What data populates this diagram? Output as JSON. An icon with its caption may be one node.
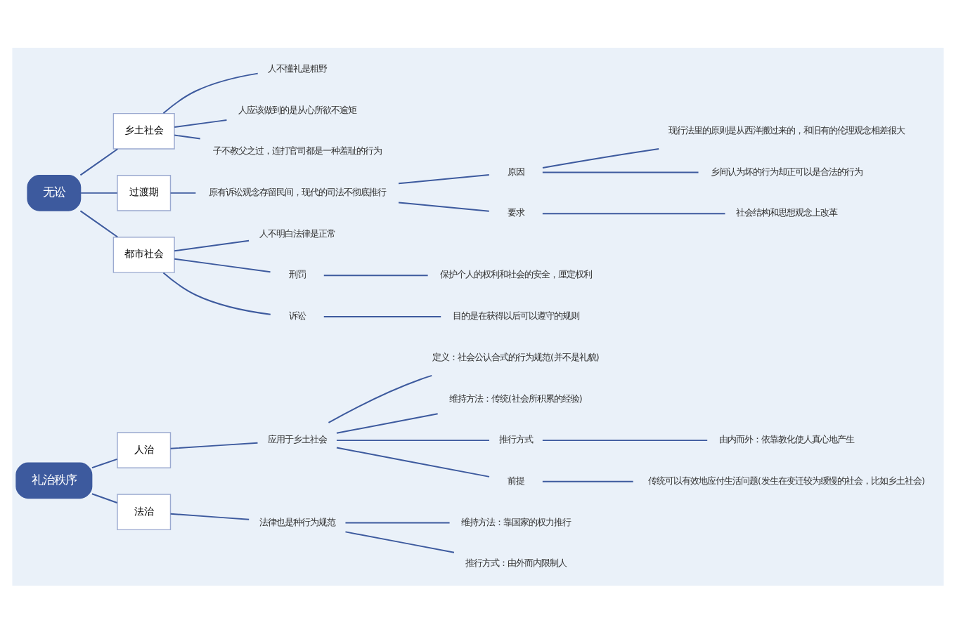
{
  "diagram": {
    "nodes": [
      {
        "text": [
          "礼治秩序"
        ]
      },
      {
        "text": [
          "人治"
        ]
      },
      {
        "text": [
          "应用于乡土社会"
        ]
      },
      {
        "text": [
          "定义：社会公认合式的行为规范(并不是礼貌)"
        ]
      },
      {
        "text": [
          "维持方法：传统(社会所积累的经验)"
        ]
      },
      {
        "text": [
          "推行方式"
        ]
      },
      {
        "text": [
          "由内而外：依靠教化使人真心地产生"
        ]
      },
      {
        "text": [
          "前提"
        ]
      },
      {
        "text": [
          "传统可以有效地应付生活问题(发生在变迁较为缓慢的社会，比如乡土社会)"
        ]
      },
      {
        "text": [
          "法治"
        ]
      },
      {
        "text": [
          "法律也是种行为规范"
        ]
      },
      {
        "text": [
          "维持方法：靠国家的权力推行"
        ]
      },
      {
        "text": [
          "推行方式：由外而内限制人"
        ]
      },
      {
        "text": [
          "无讼"
        ]
      },
      {
        "text": [
          "乡土社会"
        ]
      },
      {
        "text": [
          "人不懂礼是粗野"
        ]
      },
      {
        "text": [
          "人应该做到的是从心所欲不逾矩"
        ]
      },
      {
        "text": [
          "子不教父之过，连打官司都是一种羞耻的行为"
        ]
      },
      {
        "text": [
          "过渡期"
        ]
      },
      {
        "text": [
          "原有诉讼观念存留民间，现代的司法不彻底推行"
        ]
      },
      {
        "text": [
          "原因"
        ]
      },
      {
        "text": [
          "现行法里的原则是从西洋搬过来的，和旧有的伦理观念相差很大"
        ]
      },
      {
        "text": [
          "乡间认为坏的行为却正可以是合法的行为"
        ]
      },
      {
        "text": [
          "要求"
        ]
      },
      {
        "text": [
          "社会结构和思想观念上改革"
        ]
      },
      {
        "text": [
          "都市社会"
        ]
      },
      {
        "text": [
          "人不明白法律是正常"
        ]
      },
      {
        "text": [
          "刑罚"
        ]
      },
      {
        "text": [
          "保护个人的权利和社会的安全，厘定权利"
        ]
      },
      {
        "text": [
          "诉讼"
        ]
      },
      {
        "text": [
          "目的是在获得以后可以遵守的规则"
        ]
      }
    ],
    "edges": [
      {
        "from": 0,
        "to": 1,
        "arrow": "none"
      },
      {
        "from": 1,
        "to": 2,
        "arrow": "none"
      },
      {
        "from": 2,
        "to": 3,
        "arrow": "none"
      },
      {
        "from": 2,
        "to": 4,
        "arrow": "none"
      },
      {
        "from": 2,
        "to": 5,
        "arrow": "none"
      },
      {
        "from": 5,
        "to": 6,
        "arrow": "none"
      },
      {
        "from": 2,
        "to": 7,
        "arrow": "none"
      },
      {
        "from": 7,
        "to": 8,
        "arrow": "none"
      },
      {
        "from": 0,
        "to": 9,
        "arrow": "none"
      },
      {
        "from": 9,
        "to": 10,
        "arrow": "none"
      },
      {
        "from": 10,
        "to": 11,
        "arrow": "none"
      },
      {
        "from": 10,
        "to": 12,
        "arrow": "none"
      },
      {
        "from": 13,
        "to": 14,
        "arrow": "none"
      },
      {
        "from": 14,
        "to": 15,
        "arrow": "none"
      },
      {
        "from": 14,
        "to": 16,
        "arrow": "none"
      },
      {
        "from": 14,
        "to": 17,
        "arrow": "none"
      },
      {
        "from": 13,
        "to": 18,
        "arrow": "none"
      },
      {
        "from": 18,
        "to": 19,
        "arrow": "none"
      },
      {
        "from": 19,
        "to": 20,
        "arrow": "none"
      },
      {
        "from": 20,
        "to": 21,
        "arrow": "none"
      },
      {
        "from": 20,
        "to": 22,
        "arrow": "none"
      },
      {
        "from": 19,
        "to": 23,
        "arrow": "none"
      },
      {
        "from": 23,
        "to": 24,
        "arrow": "none"
      },
      {
        "from": 13,
        "to": 25,
        "arrow": "none"
      },
      {
        "from": 25,
        "to": 26,
        "arrow": "none"
      },
      {
        "from": 25,
        "to": 27,
        "arrow": "none"
      },
      {
        "from": 27,
        "to": 28,
        "arrow": "none"
      },
      {
        "from": 25,
        "to": 29,
        "arrow": "none"
      },
      {
        "from": 29,
        "to": 30,
        "arrow": "none"
      }
    ]
  }
}
